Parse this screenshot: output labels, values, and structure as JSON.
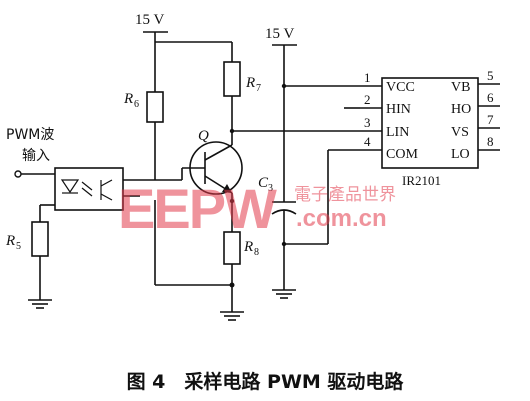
{
  "supply": {
    "left": "15 V",
    "right": "15 V"
  },
  "input_label": {
    "line1": "PWM波",
    "line2": "输入"
  },
  "components": {
    "r5": "R",
    "r5_sub": "5",
    "r6": "R",
    "r6_sub": "6",
    "r7": "R",
    "r7_sub": "7",
    "r8": "R",
    "r8_sub": "8",
    "q": "Q",
    "c3": "C",
    "c3_sub": "3"
  },
  "ic": {
    "name": "IR2101",
    "left_pins": [
      {
        "num": "1",
        "label": "VCC"
      },
      {
        "num": "2",
        "label": "HIN"
      },
      {
        "num": "3",
        "label": "LIN"
      },
      {
        "num": "4",
        "label": "COM"
      }
    ],
    "right_pins": [
      {
        "num": "5",
        "label": "VB"
      },
      {
        "num": "6",
        "label": "HO"
      },
      {
        "num": "7",
        "label": "VS"
      },
      {
        "num": "8",
        "label": "LO"
      }
    ]
  },
  "watermark": {
    "brand": "EEPW",
    "cn": "電子產品世界",
    "url": ".com.cn"
  },
  "caption": "图 4　采样电路 PWM 驱动电路"
}
